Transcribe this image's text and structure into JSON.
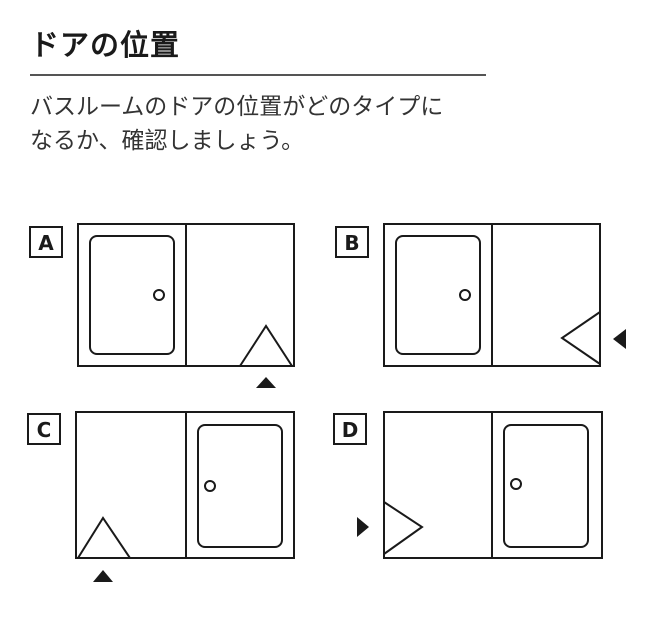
{
  "heading": "ドアの位置",
  "description": {
    "line1": "バスルームのドアの位置がどのタイプに",
    "line2": "なるか、確認しましょう。"
  },
  "options": [
    {
      "label": "A",
      "tub_side": "left",
      "door_side": "bottom-right"
    },
    {
      "label": "B",
      "tub_side": "left",
      "door_side": "right"
    },
    {
      "label": "C",
      "tub_side": "right",
      "door_side": "bottom-left"
    },
    {
      "label": "D",
      "tub_side": "right",
      "door_side": "left"
    }
  ],
  "colors": {
    "line": "#1a1a1a",
    "rule": "#555555"
  }
}
